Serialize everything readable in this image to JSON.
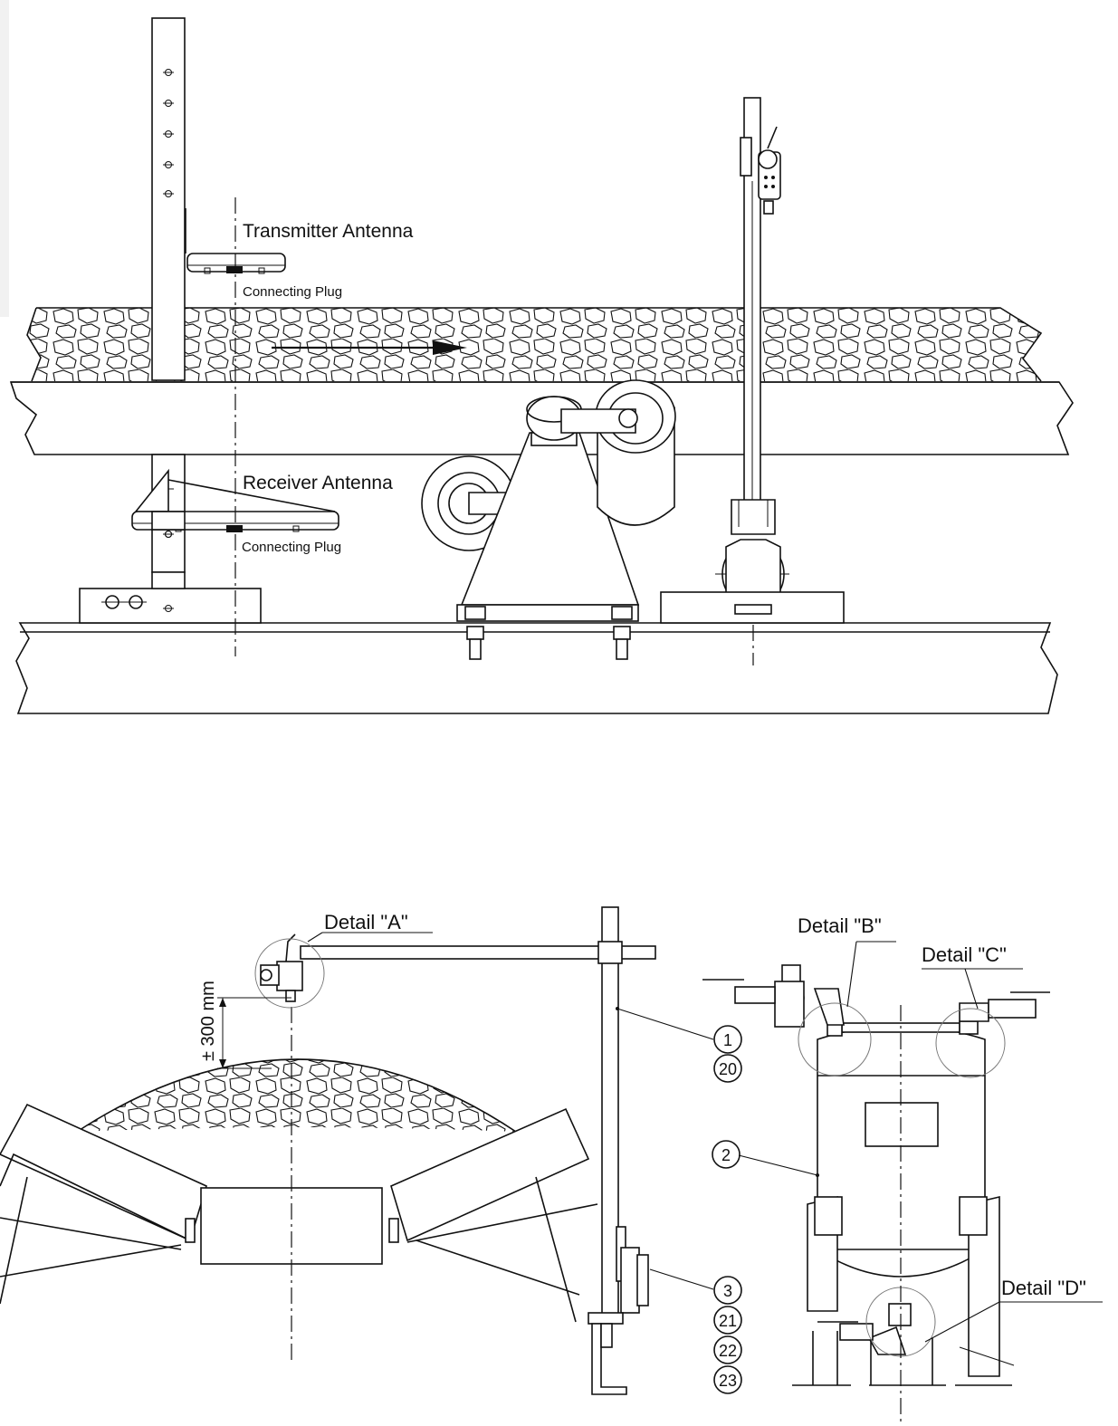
{
  "top_view": {
    "transmitter_label": "Transmitter Antenna",
    "transmitter_plug_label": "Connecting Plug",
    "receiver_label": "Receiver Antenna",
    "receiver_plug_label": "Connecting Plug"
  },
  "bottom_view": {
    "detail_a": "Detail \"A\"",
    "detail_b": "Detail \"B\"",
    "detail_c": "Detail \"C\"",
    "detail_d": "Detail \"D\"",
    "dimension": "± 300 mm",
    "callouts": [
      "1",
      "20",
      "2",
      "3",
      "21",
      "22",
      "23"
    ]
  }
}
